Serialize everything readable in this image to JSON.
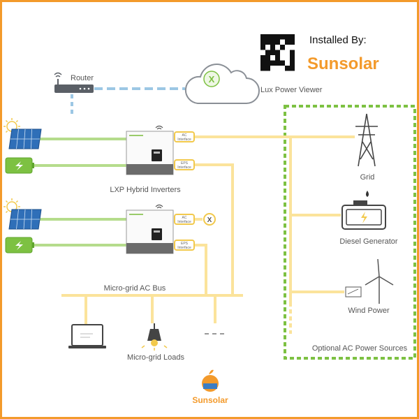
{
  "header": {
    "installed_by": "Installed By:",
    "brand": "Sunsolar"
  },
  "network": {
    "router_label": "Router",
    "cloud_label": "Lux Power Viewer"
  },
  "inverters": {
    "label": "LXP Hybrid Inverters",
    "units": [
      {
        "ac": [
          "AC",
          "Interface"
        ],
        "eps": [
          "EPS",
          "Interface"
        ]
      },
      {
        "ac": [
          "AC",
          "Interface"
        ],
        "eps": [
          "EPS",
          "Interface"
        ]
      }
    ]
  },
  "microgrid": {
    "bus_label": "Micro-grid AC Bus",
    "loads_label": "Micro-grid Loads"
  },
  "sources": {
    "box_label": "Optional AC Power Sources",
    "items": [
      "Grid",
      "Diesel Generator",
      "Wind Power"
    ]
  },
  "footer": {
    "brand": "Sunsolar"
  },
  "colors": {
    "accent": "#f39a2b",
    "ac_line": "#fbe39b",
    "dc_line": "#b5dc8c",
    "wifi_line": "#9cc7e4",
    "sources_border": "#7dc142"
  }
}
